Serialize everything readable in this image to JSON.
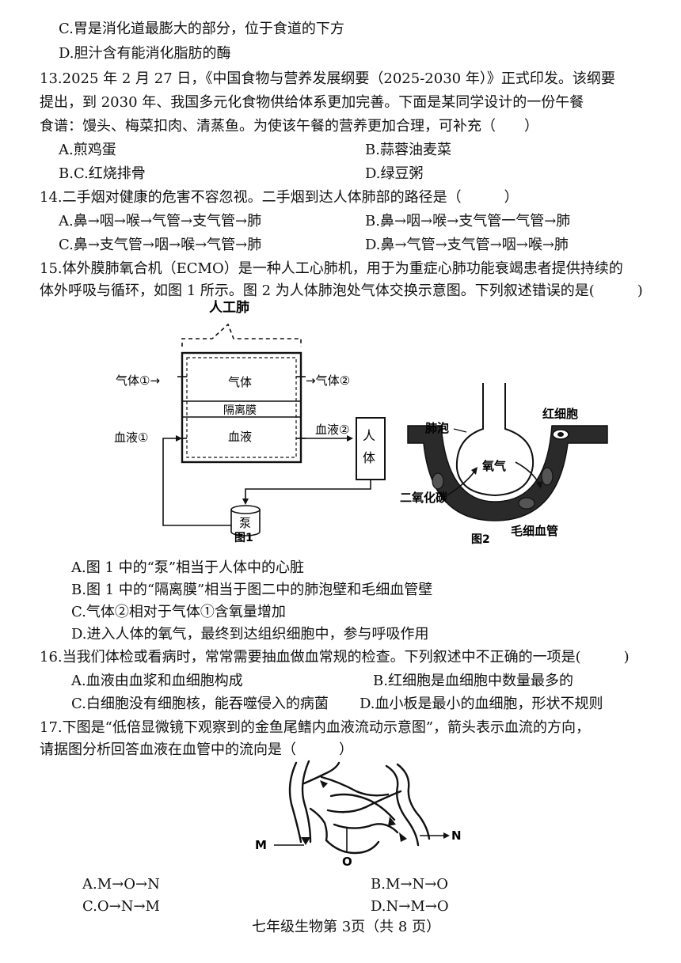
{
  "top_options": {
    "c": "C.胃是消化道最膨大的部分，位于食道的下方",
    "d": "D.胆汁含有能消化脂肪的酶"
  },
  "q13": {
    "line1": "13.2025 年 2 月 27 日，《中国食物与营养发展纲要（2025-2030 年）》正式印发。该纲要",
    "line2": "提出，到 2030 年、我国多元化食物供给体系更加完善。下面是某同学设计的一份午餐",
    "line3": "食谱：馒头、梅菜扣肉、清蒸鱼。为使该午餐的营养更加合理，可补充（　　）",
    "a": "A.煎鸡蛋",
    "b": "B.蒜蓉油麦菜",
    "c": "B.C.红烧排骨",
    "d": "D.绿豆粥"
  },
  "q14": {
    "line1": "14.二手烟对健康的危害不容忽视。二手烟到达人体肺部的路径是（　　　）",
    "a": "A.鼻→咽→喉→气管→支气管→肺",
    "b": "B.鼻→咽→喉→支气管一气管→肺",
    "c": "C.鼻→支气管→咽→喉→气管→肺",
    "d": "D.鼻→气管→支气管→咽→喉→肺"
  },
  "q15": {
    "line1": "15.体外膜肺氧合机（ECMO）是一种人工心肺机，用于为重症心肺功能衰竭患者提供持续的",
    "line2": "体外呼吸与循环，如图 1 所示。图 2 为人体肺泡处气体交换示意图。下列叙述错误的是(　　　)",
    "a": "A.图 1 中的“泵”相当于人体中的心脏",
    "b": "B.图 1 中的“隔离膜”相当于图二中的肺泡壁和毛细血管壁",
    "c": "C.气体②相对于气体①含氧量增加",
    "d": "D.进入人体的氧气，最终到达组织细胞中，参与呼吸作用"
  },
  "fig1": {
    "title": "人工肺",
    "gas_in": "气体①→",
    "gas_out": "→气体②",
    "gas_chamber": "气体",
    "membrane": "隔离膜",
    "blood_chamber": "血液",
    "blood_in": "血液①",
    "blood_out": "血液②",
    "body_1": "人",
    "body_2": "体",
    "pump": "泵",
    "caption": "图1"
  },
  "fig2": {
    "alveolus": "肺泡",
    "rbc": "红细胞",
    "oxygen": "氧气",
    "co2": "二氧化碳",
    "capillary": "毛细血管",
    "caption": "图2"
  },
  "q16": {
    "line1": "16.当我们体检或看病时，常常需要抽血做血常规的检查。下列叙述中不正确的一项是(　　　)",
    "a": "A.血液由血浆和血细胞构成",
    "b": "B.红细胞是血细胞中数量最多的",
    "c": "C.白细胞没有细胞核，能吞噬侵入的病菌",
    "d": "D.血小板是最小的血细胞，形状不规则"
  },
  "q17": {
    "line1": "17.下图是“低倍显微镜下观察到的金鱼尾鳍内血液流动示意图”，箭头表示血流的方向，",
    "line2": "请据图分析回答血液在血管中的流向是（　　　）",
    "label_m": "M",
    "label_n": "N",
    "label_o": "O",
    "a": "A.M→O→N",
    "b": "B.M→N→O",
    "c": "C.O→N→M",
    "d": "D.N→M→O"
  },
  "footer": "七年级生物第 3页（共 8 页）"
}
